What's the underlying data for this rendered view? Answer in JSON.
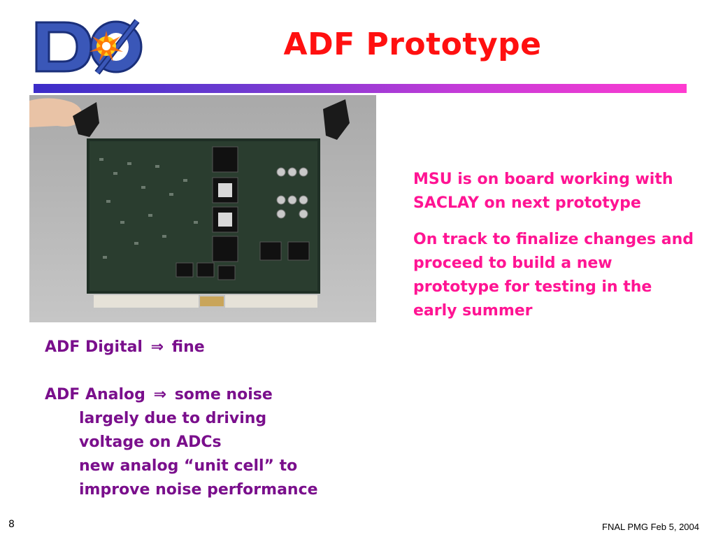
{
  "slide": {
    "title": "ADF Prototype",
    "logo_text": "DØ",
    "page_number": "8",
    "footer": "FNAL PMG Feb 5, 2004"
  },
  "colors": {
    "title": "#ff1010",
    "right_text": "#ff1493",
    "left_text": "#7a0f8c",
    "rule_start": "#3b2cc8",
    "rule_end": "#ff3bd0"
  },
  "right_panel": {
    "para1": "MSU is on board working with SACLAY on next prototype",
    "para2": "On track to finalize changes and proceed to build a new prototype for testing in the early summer"
  },
  "left_panel": {
    "digital_label": "ADF Digital",
    "arrow": "⇒",
    "digital_status": "fine",
    "analog_label": "ADF Analog",
    "analog_status": "some noise",
    "analog_line2": "largely due to driving",
    "analog_line3": "voltage on ADCs",
    "analog_line4": "new analog “unit cell” to",
    "analog_line5": "improve noise performance"
  }
}
